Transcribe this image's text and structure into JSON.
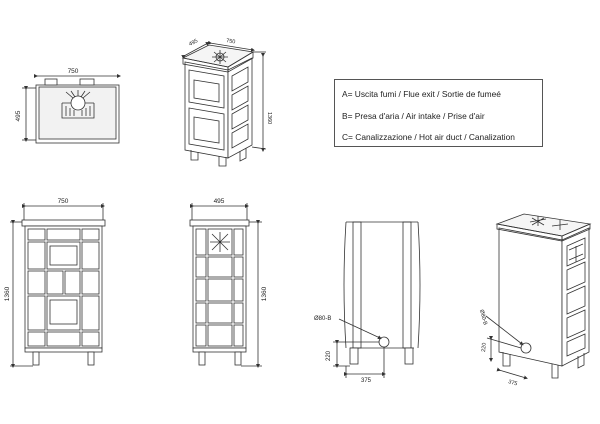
{
  "legend": {
    "a": "A= Uscita fumi / Flue exit / Sortie de fumeé",
    "b": "B= Presa d'aria / Air intake / Prise d'air",
    "c": "C= Canalizzazione / Hot air duct / Canalization"
  },
  "dimensions": {
    "top_width": "750",
    "top_depth": "495",
    "persp_depth": "495",
    "persp_width": "750",
    "persp_height": "1360",
    "front_width": "750",
    "front_height": "1360",
    "side_depth": "495",
    "side_height": "1360",
    "duct_diameter": "Ø80-B",
    "duct_height": "220",
    "duct_offset": "375",
    "persp2_diameter": "Ø80-B",
    "persp2_height": "220",
    "persp2_offset": "375"
  }
}
